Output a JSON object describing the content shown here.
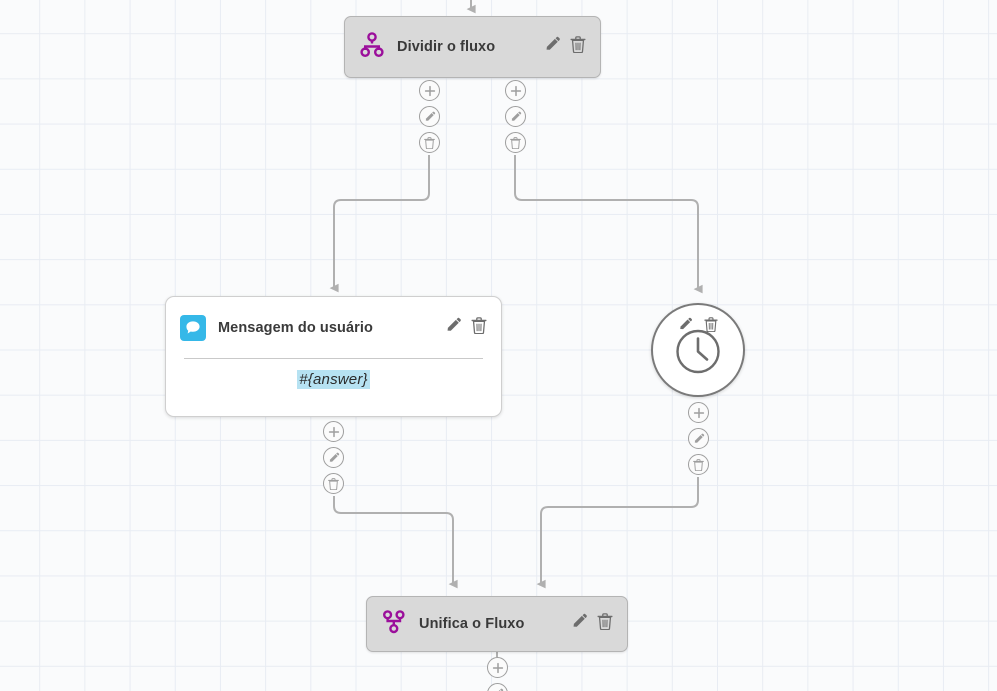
{
  "canvas": {
    "background_color": "#fafbfc",
    "grid_color": "#e8ecf3",
    "grid_size": 45
  },
  "palette": {
    "node_grey": "#d9d9d9",
    "node_grey_border": "#b4b4b4",
    "node_white": "#ffffff",
    "purple_icon": "#9b0f9b",
    "chat_icon_blue": "#35b8e8",
    "variable_highlight": "#b6e2f2",
    "edge_line": "#b0b0b0",
    "circle_border": "#7a7a7a",
    "title_text": "#3a3a3a"
  },
  "nodes": [
    {
      "id": "split",
      "type": "split-flow",
      "icon": "split-flow-icon",
      "title": "Dividir o fluxo",
      "actions": {
        "edit": "edit-icon",
        "delete": "delete-icon"
      }
    },
    {
      "id": "user-message",
      "type": "user-message",
      "icon": "chat-bubble-icon",
      "title": "Mensagem do usuário",
      "variable": "#{answer}",
      "actions": {
        "edit": "edit-icon",
        "delete": "delete-icon"
      }
    },
    {
      "id": "delay",
      "type": "delay",
      "icon": "clock-icon",
      "title": "",
      "actions": {
        "edit": "edit-icon",
        "delete": "delete-icon"
      }
    },
    {
      "id": "merge",
      "type": "merge-flow",
      "icon": "merge-flow-icon",
      "title": "Unifica o Fluxo",
      "actions": {
        "edit": "edit-icon",
        "delete": "delete-icon"
      }
    }
  ],
  "connector_buttons": {
    "add": "plus-icon",
    "edit": "pencil-icon",
    "delete": "trash-icon"
  },
  "connector_stacks": [
    {
      "id": "split-out-left",
      "buttons": [
        "plus-icon",
        "pencil-icon",
        "trash-icon"
      ]
    },
    {
      "id": "split-out-right",
      "buttons": [
        "plus-icon",
        "pencil-icon",
        "trash-icon"
      ]
    },
    {
      "id": "message-out",
      "buttons": [
        "plus-icon",
        "pencil-icon",
        "trash-icon"
      ]
    },
    {
      "id": "delay-out",
      "buttons": [
        "plus-icon",
        "pencil-icon",
        "trash-icon"
      ]
    },
    {
      "id": "merge-out",
      "buttons": [
        "plus-icon",
        "pencil-icon"
      ]
    }
  ],
  "edges": [
    {
      "from": "top-entry",
      "to": "split"
    },
    {
      "from": "split-out-left",
      "to": "user-message"
    },
    {
      "from": "split-out-right",
      "to": "delay"
    },
    {
      "from": "message-out",
      "to": "merge"
    },
    {
      "from": "delay-out",
      "to": "merge"
    }
  ]
}
